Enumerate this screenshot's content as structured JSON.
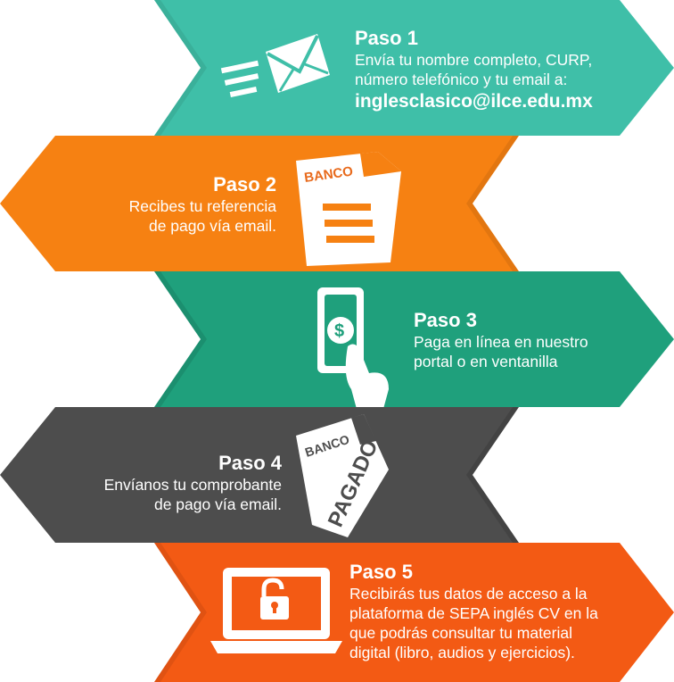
{
  "colors": {
    "step1": "#3fbfa8",
    "step2": "#f68112",
    "step3": "#1fa07c",
    "step4": "#4d4d4d",
    "step5": "#f35a14"
  },
  "steps": [
    {
      "title": "Paso 1",
      "lines": [
        "Envía tu nombre completo, CURP,",
        "número telefónico y tu email a:"
      ],
      "email": "inglesclasico@ilce.edu.mx",
      "icon": "send-email-icon"
    },
    {
      "title": "Paso 2",
      "lines": [
        "Recibes tu referencia",
        "de pago vía email."
      ],
      "icon": "bank-document-icon",
      "icon_label": "BANCO"
    },
    {
      "title": "Paso 3",
      "lines": [
        "Paga en línea en nuestro",
        "portal o en ventanilla"
      ],
      "icon": "hand-holding-money-icon"
    },
    {
      "title": "Paso 4",
      "lines": [
        "Envíanos tu comprobante",
        "de pago vía email."
      ],
      "icon": "paid-receipt-icon",
      "icon_label": "BANCO",
      "stamp": "PAGADO"
    },
    {
      "title": "Paso 5",
      "lines": [
        "Recibirás tus datos de acceso a la",
        "plataforma de SEPA inglés CV en la",
        "que podrás consultar tu material",
        "digital (libro, audios y ejercicios)."
      ],
      "icon": "laptop-unlock-icon"
    }
  ]
}
